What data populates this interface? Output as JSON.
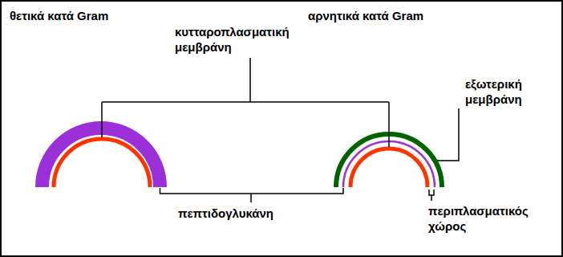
{
  "diagram": {
    "labels": [
      "θετικά κατά Gram",
      "αρνητικά κατά Gram",
      "κυτταροπλασματική μεμβράνη",
      "εξωτερική μεμβράνη",
      "πεπτιδογλυκάνη",
      "περιπλασματικός χώρος"
    ]
  }
}
